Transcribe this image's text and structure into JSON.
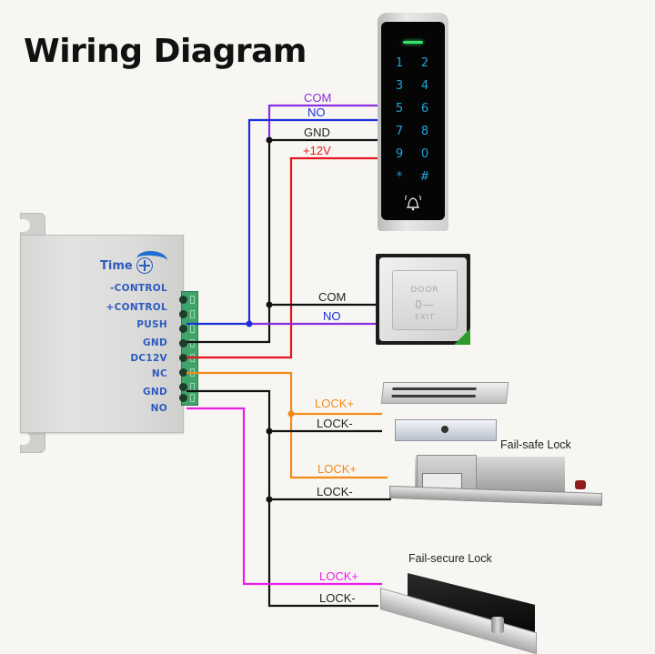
{
  "title": "Wiring Diagram",
  "colors": {
    "com_wire": "#8a2be2",
    "no_wire": "#1a2fd8",
    "gnd_wire": "#111111",
    "power_wire": "#e3141c",
    "nc_wire": "#f28a1a",
    "fail_secure_wire": "#e81ee8",
    "label_blue": "#2d5bc0"
  },
  "controller": {
    "time_label": "Time",
    "time_icon": "adjust-knob-icon",
    "terminals": [
      {
        "label": "-CONTROL",
        "wire": null
      },
      {
        "label": "+CONTROL",
        "wire": null
      },
      {
        "label": "PUSH",
        "wire": "no_wire"
      },
      {
        "label": "GND",
        "wire": "gnd_wire"
      },
      {
        "label": "DC12V",
        "wire": "power_wire"
      },
      {
        "label": "NC",
        "wire": "nc_wire"
      },
      {
        "label": "GND",
        "wire": "gnd_wire"
      },
      {
        "label": "NO",
        "wire": "fail_secure_wire"
      }
    ]
  },
  "keypad": {
    "wire_labels": [
      "COM",
      "NO",
      "GND",
      "+12V"
    ],
    "keys": [
      "1",
      "2",
      "3",
      "4",
      "5",
      "6",
      "7",
      "8",
      "9",
      "0",
      "*",
      "#"
    ],
    "bell_icon": "doorbell-icon"
  },
  "exit_button": {
    "wire_labels": [
      "COM",
      "NO"
    ],
    "face_text_top": "DOOR",
    "face_text_bottom": "EXIT",
    "key_icon": "key-icon"
  },
  "magnetic_lock": {
    "wire_labels": [
      "LOCK+",
      "LOCK-"
    ]
  },
  "bolt_lock": {
    "wire_labels": [
      "LOCK+",
      "LOCK-"
    ],
    "caption": "Fail-safe Lock"
  },
  "fail_secure_lock": {
    "wire_labels": [
      "LOCK+",
      "LOCK-"
    ],
    "caption": "Fail-secure Lock"
  }
}
